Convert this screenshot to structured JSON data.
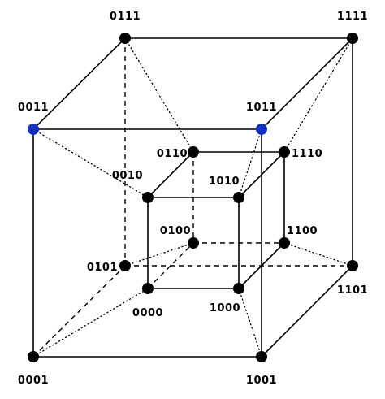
{
  "vertices": [
    {
      "id": "0111",
      "label": "0111",
      "highlight": false
    },
    {
      "id": "1111",
      "label": "1111",
      "highlight": false
    },
    {
      "id": "0011",
      "label": "0011",
      "highlight": true
    },
    {
      "id": "1011",
      "label": "1011",
      "highlight": true
    },
    {
      "id": "0110",
      "label": "0110",
      "highlight": false
    },
    {
      "id": "1110",
      "label": "1110",
      "highlight": false
    },
    {
      "id": "0010",
      "label": "0010",
      "highlight": false
    },
    {
      "id": "1010",
      "label": "1010",
      "highlight": false
    },
    {
      "id": "0100",
      "label": "0100",
      "highlight": false
    },
    {
      "id": "1100",
      "label": "1100",
      "highlight": false
    },
    {
      "id": "0101",
      "label": "0101",
      "highlight": false
    },
    {
      "id": "1101",
      "label": "1101",
      "highlight": false
    },
    {
      "id": "0000",
      "label": "0000",
      "highlight": false
    },
    {
      "id": "1000",
      "label": "1000",
      "highlight": false
    },
    {
      "id": "0001",
      "label": "0001",
      "highlight": false
    },
    {
      "id": "1001",
      "label": "1001",
      "highlight": false
    }
  ],
  "edges": [
    {
      "from": "0011",
      "to": "1011",
      "style": "solid"
    },
    {
      "from": "0011",
      "to": "0111",
      "style": "solid"
    },
    {
      "from": "0111",
      "to": "1111",
      "style": "solid"
    },
    {
      "from": "1011",
      "to": "1111",
      "style": "solid"
    },
    {
      "from": "0011",
      "to": "0001",
      "style": "solid"
    },
    {
      "from": "1011",
      "to": "1001",
      "style": "solid"
    },
    {
      "from": "1111",
      "to": "1101",
      "style": "solid"
    },
    {
      "from": "0001",
      "to": "1001",
      "style": "solid"
    },
    {
      "from": "1001",
      "to": "1101",
      "style": "solid"
    },
    {
      "from": "0111",
      "to": "0101",
      "style": "dashed"
    },
    {
      "from": "0001",
      "to": "0101",
      "style": "dashed"
    },
    {
      "from": "0101",
      "to": "1101",
      "style": "dashed"
    },
    {
      "from": "0010",
      "to": "1010",
      "style": "solid"
    },
    {
      "from": "0010",
      "to": "0110",
      "style": "solid"
    },
    {
      "from": "0110",
      "to": "1110",
      "style": "solid"
    },
    {
      "from": "1010",
      "to": "1110",
      "style": "solid"
    },
    {
      "from": "0010",
      "to": "0000",
      "style": "solid"
    },
    {
      "from": "1010",
      "to": "1000",
      "style": "solid"
    },
    {
      "from": "1110",
      "to": "1100",
      "style": "solid"
    },
    {
      "from": "0000",
      "to": "1000",
      "style": "solid"
    },
    {
      "from": "1000",
      "to": "1100",
      "style": "solid"
    },
    {
      "from": "0110",
      "to": "0100",
      "style": "dashed"
    },
    {
      "from": "0000",
      "to": "0100",
      "style": "dashed"
    },
    {
      "from": "0100",
      "to": "1100",
      "style": "dashed"
    },
    {
      "from": "0011",
      "to": "0010",
      "style": "dotted"
    },
    {
      "from": "1011",
      "to": "1010",
      "style": "dotted"
    },
    {
      "from": "0111",
      "to": "0110",
      "style": "dotted"
    },
    {
      "from": "1111",
      "to": "1110",
      "style": "dotted"
    },
    {
      "from": "0001",
      "to": "0000",
      "style": "dotted"
    },
    {
      "from": "1001",
      "to": "1000",
      "style": "dotted"
    },
    {
      "from": "0101",
      "to": "0100",
      "style": "dotted"
    },
    {
      "from": "1101",
      "to": "1100",
      "style": "dotted"
    }
  ],
  "colors": {
    "vertex": "#000000",
    "highlight": "#1030c8",
    "edge": "#000000",
    "background": "#ffffff"
  }
}
